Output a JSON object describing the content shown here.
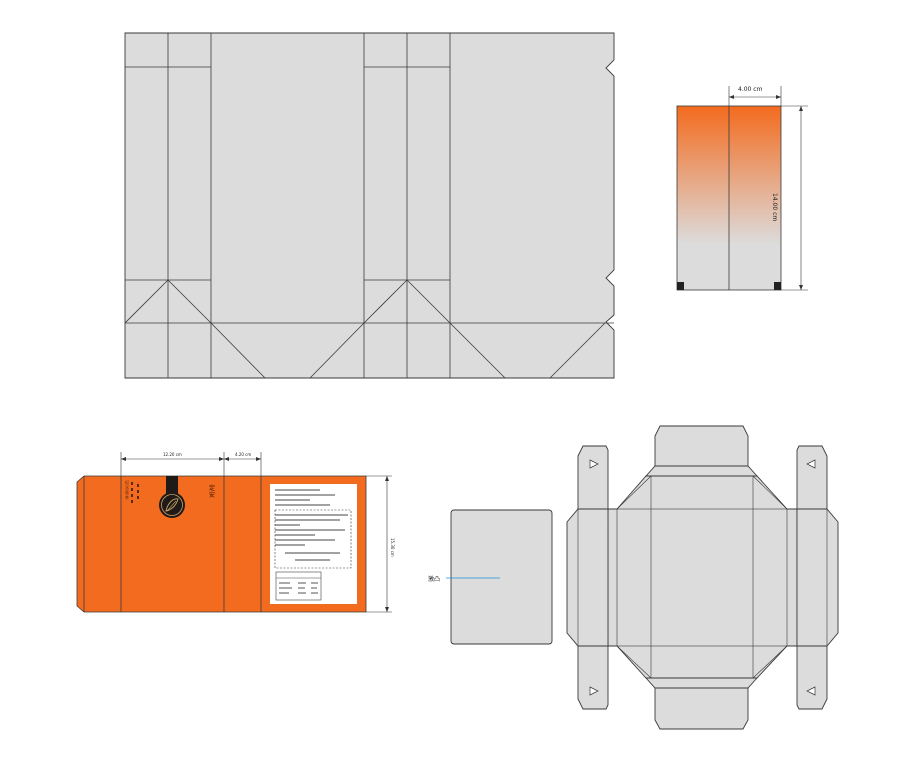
{
  "colors": {
    "board": "#dcdcdc",
    "outline": "#3a3a3a",
    "orange": "#f36b1f",
    "leader": "#1e90d6"
  },
  "top_right_panel": {
    "width_label": "4.00 cm",
    "height_label": "14.00 cm"
  },
  "bottom_left_sleeve": {
    "width_label": "12.20 cm",
    "spine_label": "4.20 cm",
    "height_label": "15.30 cm",
    "vertical_text_a": "定安",
    "vertical_text_b": "纪念版茶",
    "emblem_icon": "tea-leaf-seal-icon"
  },
  "bottom_right_tray": {
    "annotation": "激凸"
  }
}
